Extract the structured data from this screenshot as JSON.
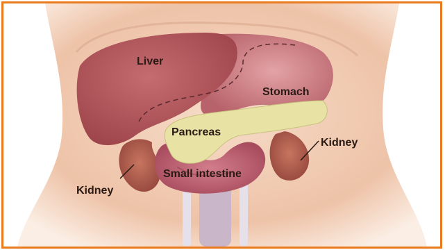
{
  "diagram": {
    "labels": {
      "liver": "Liver",
      "stomach": "Stomach",
      "pancreas": "Pancreas",
      "kidney_right": "Kidney",
      "kidney_left": "Kidney",
      "small_intestine": "Small intestine"
    },
    "colors": {
      "border": "#e97a1e",
      "skin": "#f3d3bd",
      "liver": "#b4585d",
      "stomach": "#c8757c",
      "pancreas": "#eae5a8",
      "kidney": "#b05a4c",
      "intestine": "#c06070",
      "label_text": "#2a1a14"
    }
  }
}
